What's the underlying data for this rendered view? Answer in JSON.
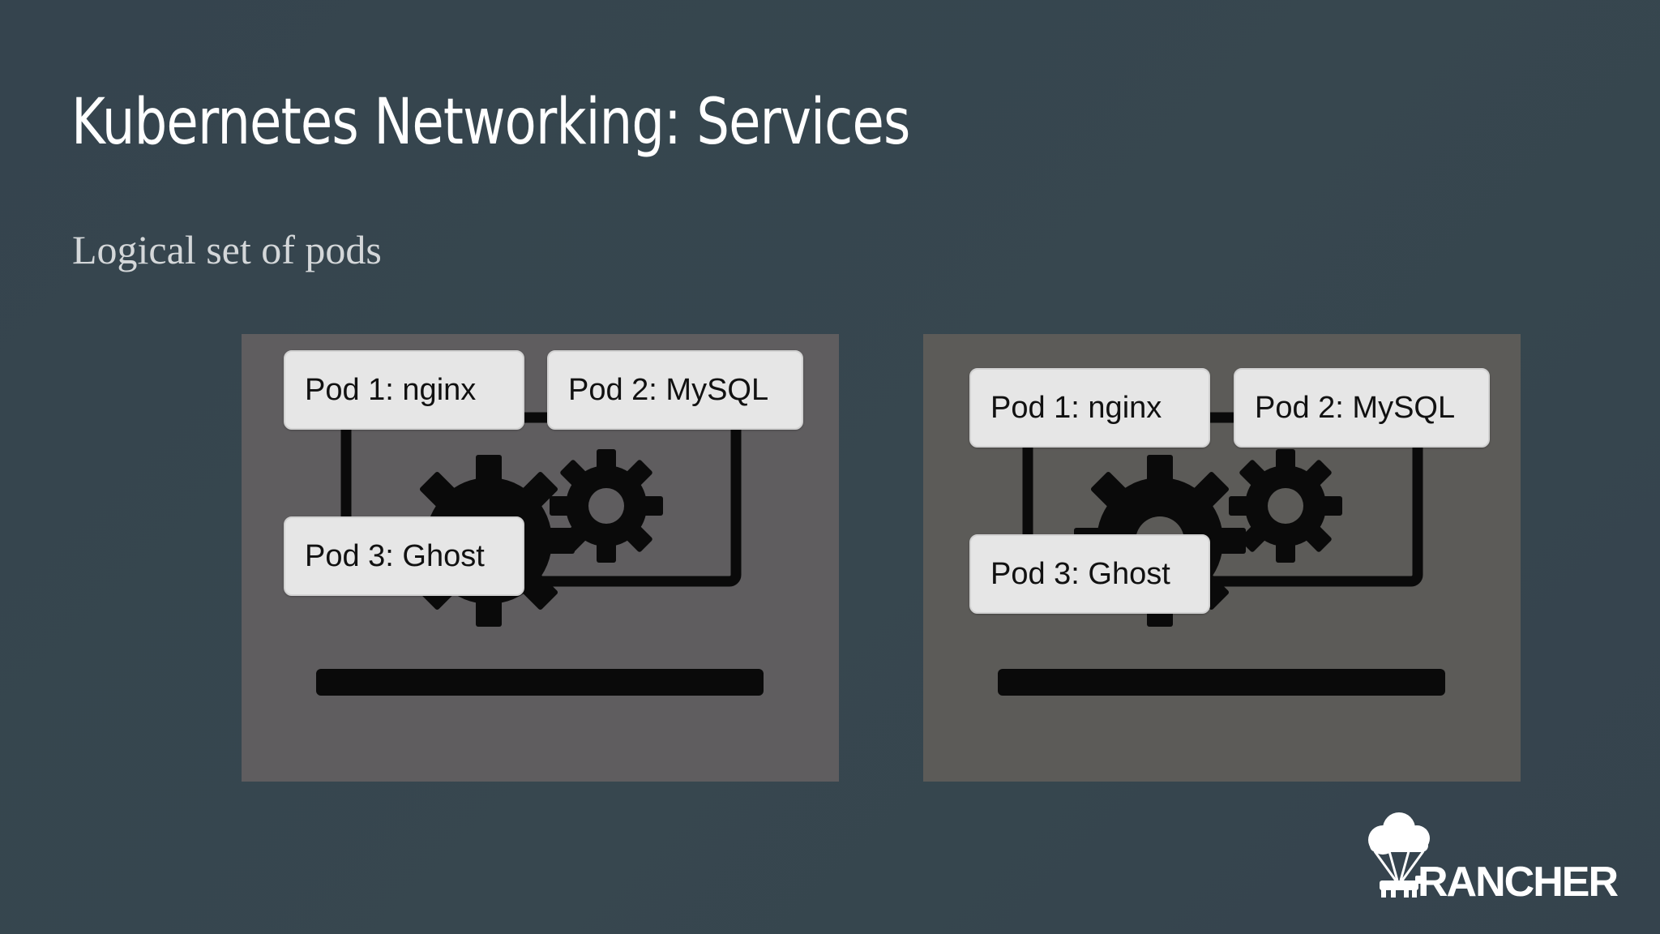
{
  "slide": {
    "title": "Kubernetes Networking: Services",
    "subtitle": "Logical set of pods"
  },
  "panels": [
    {
      "pods": [
        {
          "label": "Pod 1: nginx"
        },
        {
          "label": "Pod 2: MySQL"
        },
        {
          "label": "Pod 3: Ghost"
        }
      ]
    },
    {
      "pods": [
        {
          "label": "Pod 1: nginx"
        },
        {
          "label": "Pod 2: MySQL"
        },
        {
          "label": "Pod 3: Ghost"
        }
      ]
    }
  ],
  "logo": {
    "text": "RANCHER",
    "icon": "cloud-parachute-icon"
  },
  "colors": {
    "background": "#354650",
    "title": "#ffffff",
    "subtitle": "#d4d7d9",
    "panel": "#5f5d5f",
    "pod_box": "#e6e6e6"
  }
}
